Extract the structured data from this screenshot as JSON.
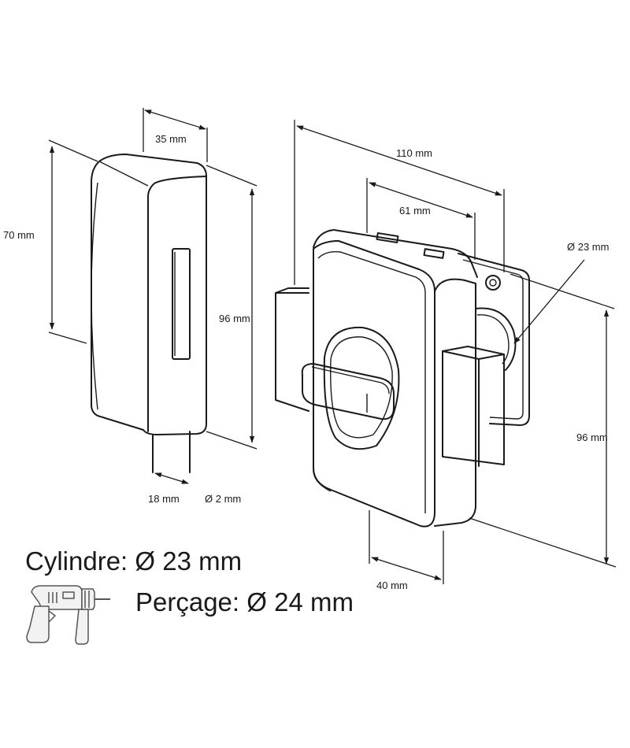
{
  "dimensions": {
    "keep_depth": "35 mm",
    "keep_height": "70 mm",
    "keep_length": "96 mm",
    "strike_depth": "18 mm",
    "pin_diameter": "Ø 2 mm",
    "body_width": "110 mm",
    "body_depth": "61 mm",
    "cylinder_diameter": "Ø 23 mm",
    "body_height": "96 mm",
    "bolt_offset": "40 mm"
  },
  "specs": {
    "cylinder": "Cylindre: Ø 23 mm",
    "drilling": "Perçage: Ø 24 mm"
  },
  "icons": {
    "drill": "drill-icon"
  },
  "colors": {
    "line": "#1a1a1a",
    "background": "#ffffff"
  }
}
